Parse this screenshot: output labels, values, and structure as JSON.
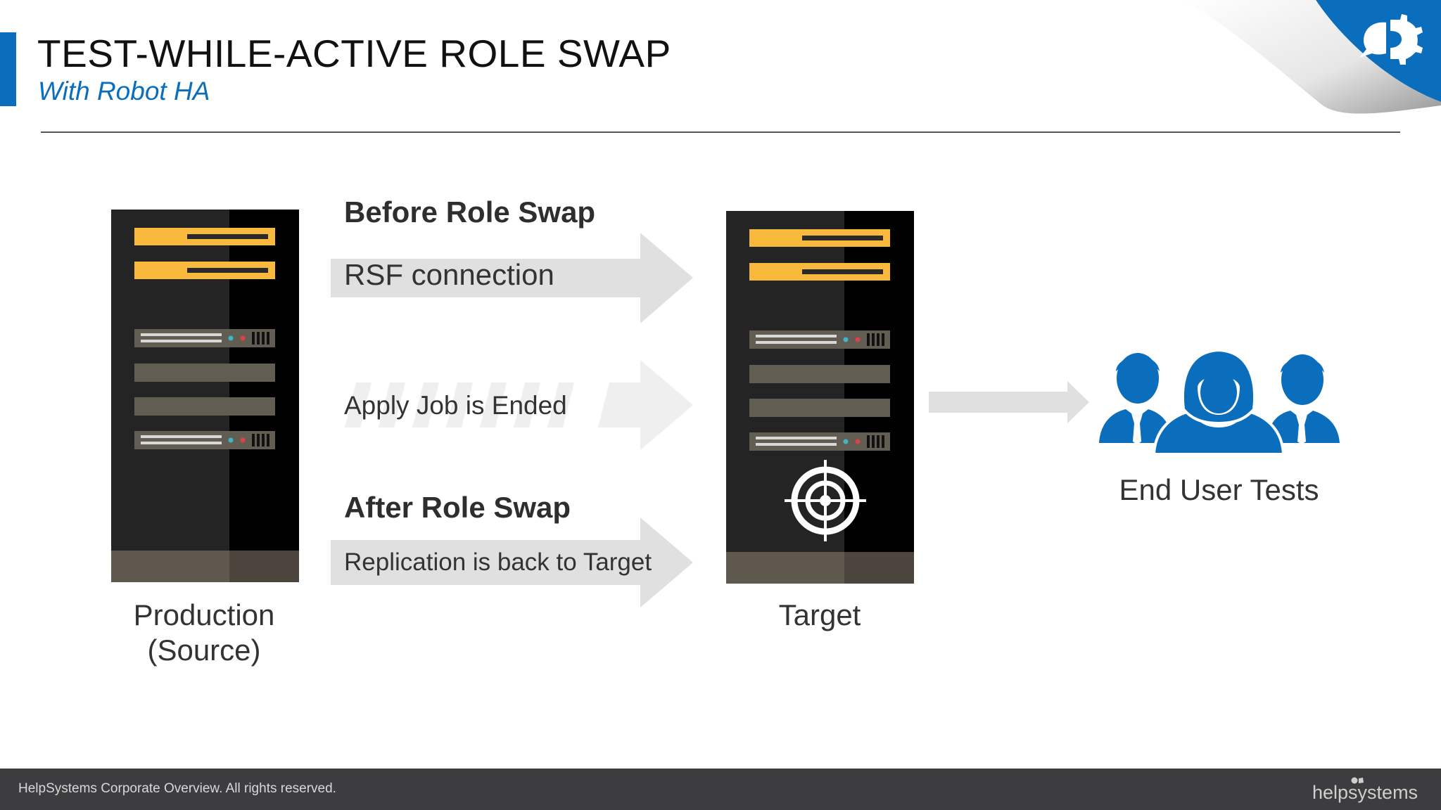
{
  "slide": {
    "title": "TEST-WHILE-ACTIVE ROLE SWAP",
    "subtitle": "With Robot HA"
  },
  "diagram": {
    "nodes": {
      "production": {
        "label_line1": "Production",
        "label_line2": "(Source)"
      },
      "target": {
        "label": "Target"
      },
      "end_users": {
        "label": "End User Tests"
      }
    },
    "sections": {
      "before": {
        "heading": "Before Role Swap",
        "arrow_text": "RSF connection"
      },
      "middle": {
        "arrow_text": "Apply Job is Ended"
      },
      "after": {
        "heading": "After Role Swap",
        "arrow_text": "Replication is back to Target"
      }
    }
  },
  "footer": {
    "text": "HelpSystems Corporate Overview. All rights reserved.",
    "logo_text": "helpsystems"
  },
  "icons": {
    "target": "crosshair-target-icon",
    "users": "user-group-icon",
    "corner": "helpsystems-corner-logo-icon"
  },
  "colors": {
    "accent": "#0a6ebd",
    "server_body": "#242424",
    "server_panel": "#000000",
    "server_drive": "#f8b93d",
    "arrow": "#e0e0e0",
    "footer": "#3d3d3f"
  }
}
